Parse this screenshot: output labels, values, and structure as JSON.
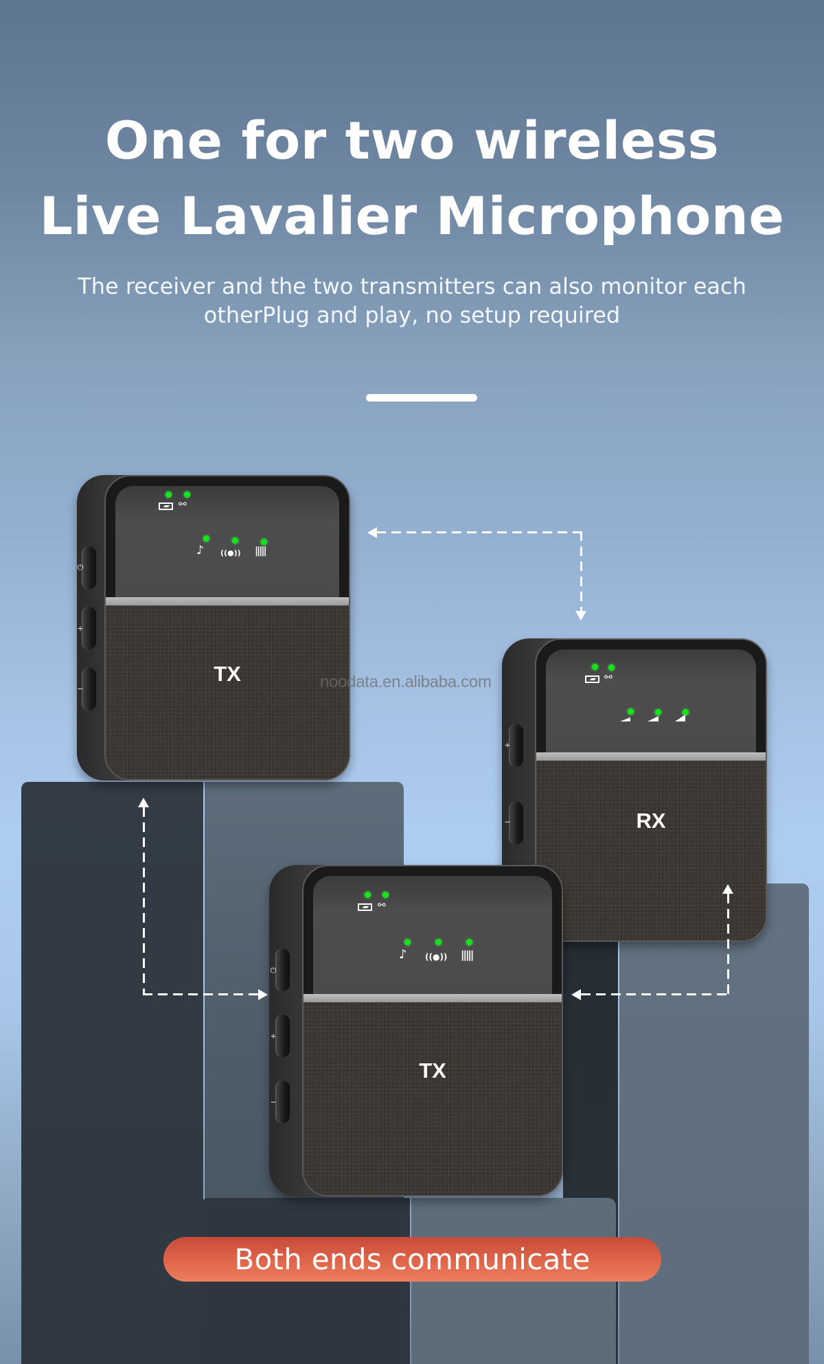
{
  "header": {
    "title_line1": "One for two wireless",
    "title_line2": "Live Lavalier Microphone",
    "subtitle_line1": "The receiver and the two transmitters can also monitor each",
    "subtitle_line2": "otherPlug and play, no setup required"
  },
  "devices": {
    "tx_top": {
      "label": "TX",
      "status_icons": [
        "battery-charging-icon",
        "link-icon"
      ],
      "mode_icons": [
        "music-note-icon",
        "broadcast-icon",
        "waveform-icon"
      ],
      "side_buttons": [
        "power-icon",
        "mic-volume-up-icon",
        "mic-volume-down-icon"
      ],
      "side_glyphs": [
        "⏻",
        "+",
        "−"
      ]
    },
    "rx": {
      "label": "RX",
      "status_icons": [
        "battery-charging-icon",
        "link-icon"
      ],
      "level_icons": [
        "signal-level-low-icon",
        "signal-level-mid-icon",
        "signal-level-high-icon"
      ],
      "side_buttons": [
        "speaker-volume-up-icon",
        "speaker-volume-down-icon"
      ],
      "side_glyphs": [
        "+",
        "−"
      ]
    },
    "tx_bottom": {
      "label": "TX",
      "status_icons": [
        "battery-charging-icon",
        "link-icon"
      ],
      "mode_icons": [
        "music-note-icon",
        "broadcast-icon",
        "waveform-icon"
      ],
      "side_buttons": [
        "power-icon",
        "mic-volume-up-icon",
        "mic-volume-down-icon"
      ],
      "side_glyphs": [
        "⏻",
        "+",
        "−"
      ]
    }
  },
  "glyphs": {
    "music_note": "♪",
    "broadcast": "((●))",
    "waveform": "|||||",
    "link": "🔗"
  },
  "watermark": "noodata.en.alibaba.com",
  "footer": {
    "badge": "Both ends communicate"
  },
  "colors": {
    "led_green": "#14e51a",
    "badge_top": "#c64b39",
    "badge_bottom": "#ec7e5f",
    "leather": "#3d3833",
    "screen": "#4b4b4b"
  }
}
